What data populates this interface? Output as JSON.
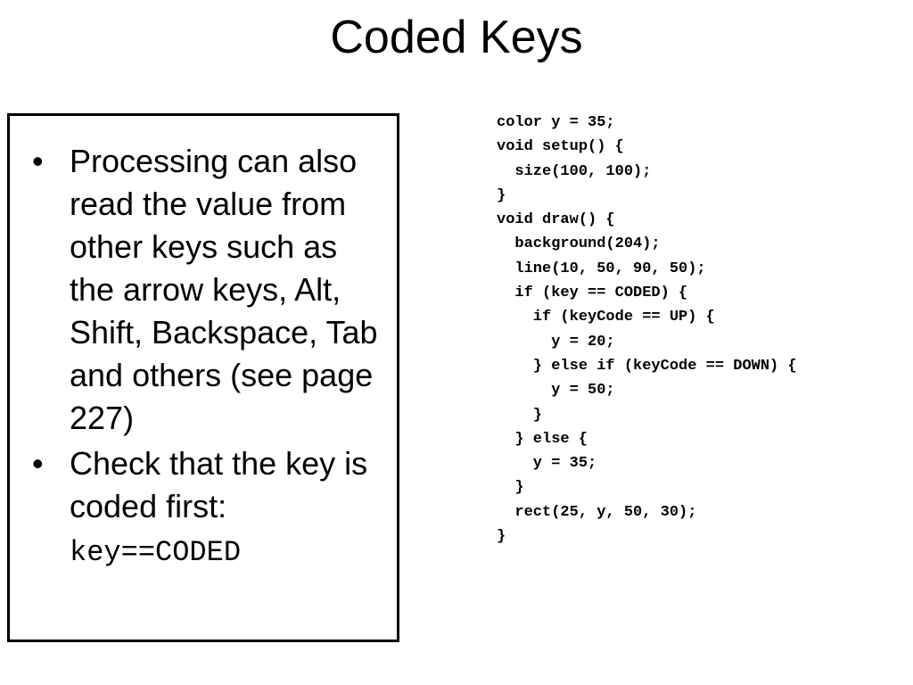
{
  "slide": {
    "title": "Coded Keys",
    "bullets": [
      {
        "text": "Processing can also read the value from other keys such as the arrow keys, Alt, Shift, Backspace, Tab and others (see page 227)"
      },
      {
        "text": "Check that the key is coded first:",
        "code": "key==CODED"
      }
    ],
    "bullet_glyph": "•",
    "code_lines": [
      "color y = 35;",
      "void setup() {",
      "  size(100, 100);",
      "}",
      "void draw() {",
      "  background(204);",
      "  line(10, 50, 90, 50);",
      "  if (key == CODED) {",
      "    if (keyCode == UP) {",
      "      y = 20;",
      "    } else if (keyCode == DOWN) {",
      "      y = 50;",
      "    }",
      "  } else {",
      "    y = 35;",
      "  }",
      "  rect(25, y, 50, 30);",
      "}"
    ]
  }
}
